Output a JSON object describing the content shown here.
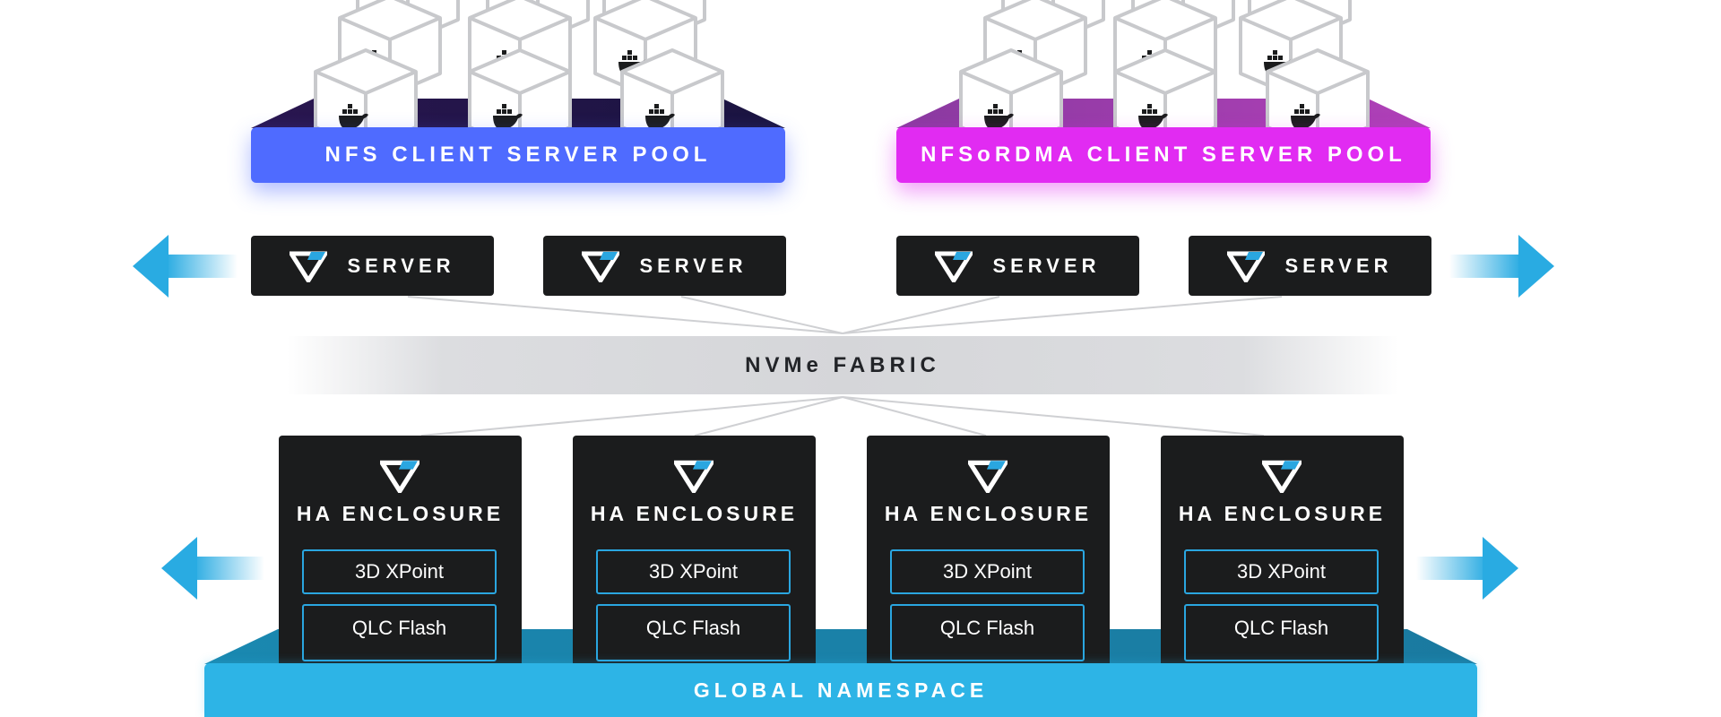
{
  "pools": {
    "nfs": {
      "label": "NFS CLIENT SERVER POOL",
      "color": "#4f6bff"
    },
    "rdma": {
      "label": "NFSoRDMA CLIENT SERVER POOL",
      "color": "#e12bf2"
    }
  },
  "servers": [
    {
      "label": "SERVER"
    },
    {
      "label": "SERVER"
    },
    {
      "label": "SERVER"
    },
    {
      "label": "SERVER"
    }
  ],
  "fabric": {
    "label": "NVMe FABRIC"
  },
  "enclosures": [
    {
      "title": "HA ENCLOSURE",
      "tier1": "3D XPoint",
      "tier2": "QLC Flash"
    },
    {
      "title": "HA ENCLOSURE",
      "tier1": "3D XPoint",
      "tier2": "QLC Flash"
    },
    {
      "title": "HA ENCLOSURE",
      "tier1": "3D XPoint",
      "tier2": "QLC Flash"
    },
    {
      "title": "HA ENCLOSURE",
      "tier1": "3D XPoint",
      "tier2": "QLC Flash"
    }
  ],
  "namespace": {
    "label": "GLOBAL NAMESPACE",
    "color": "#2db4e6"
  },
  "icons": {
    "server_logo": "vast-logo-icon",
    "container": "docker-container-icon",
    "arrow": "arrow-icon"
  },
  "colors": {
    "dark_box": "#1b1c1d",
    "arrow": "#29abe2",
    "tier_border": "#2aa6e0",
    "cube_outline": "#c8c9cc"
  }
}
